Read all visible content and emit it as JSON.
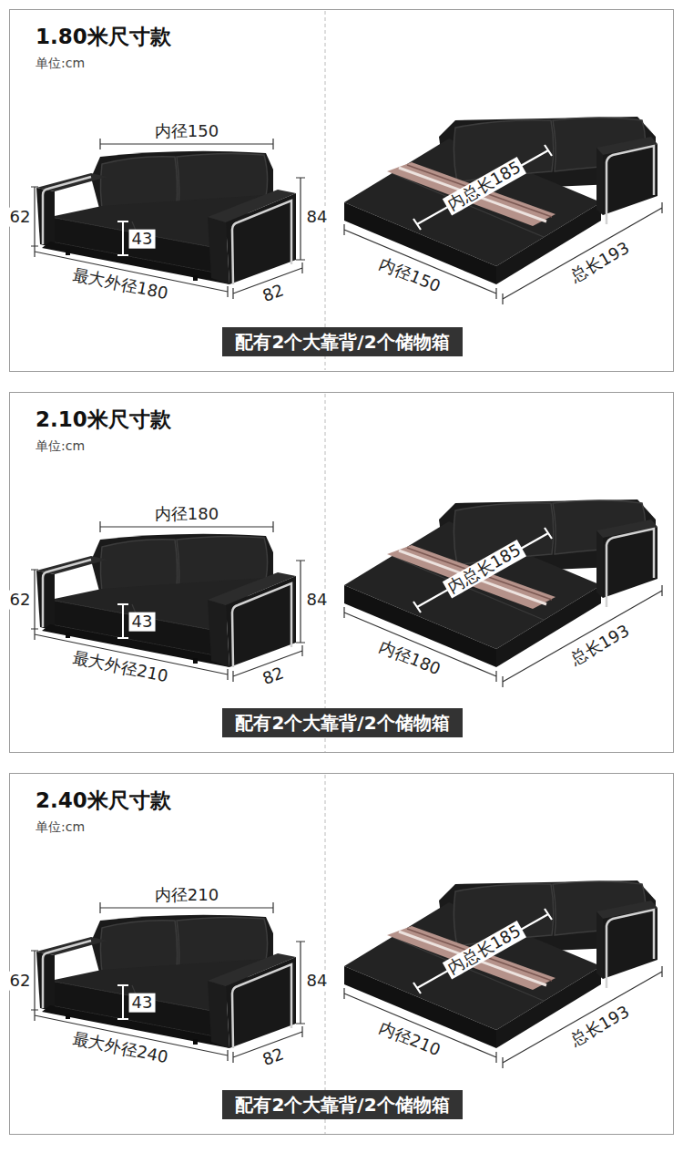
{
  "diagram": {
    "nodes": [
      {
        "text": [
          "1.80米尺寸款",
          "单位:cm"
        ]
      },
      {
        "text": [
          "配有2个大靠背/2个储物箱"
        ],
        "in": 0
      },
      {
        "text": [
          "2.10米尺寸款",
          "单位:cm"
        ]
      },
      {
        "text": [
          "配有2个大靠背/2个储物箱"
        ],
        "in": 2
      },
      {
        "text": [
          "2.40米尺寸款",
          "单位:cm"
        ]
      },
      {
        "text": [
          "配有2个大靠背/2个储物箱"
        ],
        "in": 4
      }
    ],
    "labels": [
      "内径150",
      "62",
      "84",
      "43",
      "最大外径180",
      "82",
      "内总长185",
      "内径150",
      "总长193",
      "内径180",
      "62",
      "84",
      "43",
      "最大外径210",
      "82",
      "内总长185",
      "内径180",
      "总长193",
      "内径210",
      "62",
      "84",
      "43",
      "最大外径240",
      "82",
      "内总长185",
      "内径210",
      "总长193"
    ]
  }
}
